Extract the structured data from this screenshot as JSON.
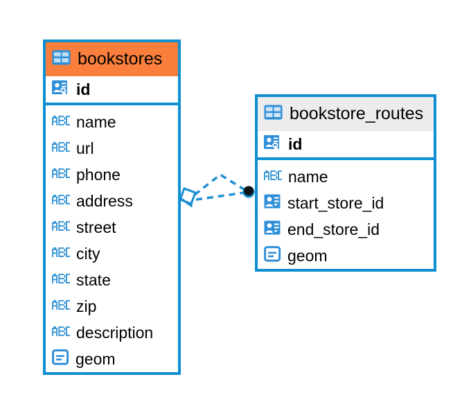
{
  "diagram": {
    "type": "entity-relationship-diagram",
    "background": "#ffffff",
    "accent_color": "#0d8fd1",
    "selected_header_color": "#fa7f3c",
    "plain_header_color": "#ececec"
  },
  "tables": [
    {
      "name": "bookstores",
      "icon": "table-grid-icon",
      "selected": true,
      "fields": [
        {
          "name": "id",
          "icon": "primary-key-icon",
          "type": "key",
          "bold": true
        },
        {
          "name": "name",
          "icon": "abc-text-icon",
          "type": "text",
          "bold": false
        },
        {
          "name": "url",
          "icon": "abc-text-icon",
          "type": "text",
          "bold": false
        },
        {
          "name": "phone",
          "icon": "abc-text-icon",
          "type": "text",
          "bold": false
        },
        {
          "name": "address",
          "icon": "abc-text-icon",
          "type": "text",
          "bold": false
        },
        {
          "name": "street",
          "icon": "abc-text-icon",
          "type": "text",
          "bold": false
        },
        {
          "name": "city",
          "icon": "abc-text-icon",
          "type": "text",
          "bold": false
        },
        {
          "name": "state",
          "icon": "abc-text-icon",
          "type": "text",
          "bold": false
        },
        {
          "name": "zip",
          "icon": "abc-text-icon",
          "type": "text",
          "bold": false
        },
        {
          "name": "description",
          "icon": "abc-text-icon",
          "type": "text",
          "bold": false
        },
        {
          "name": "geom",
          "icon": "geometry-icon",
          "type": "geometry",
          "bold": false
        }
      ]
    },
    {
      "name": "bookstore_routes",
      "icon": "table-grid-icon",
      "selected": false,
      "fields": [
        {
          "name": "id",
          "icon": "primary-key-icon",
          "type": "key",
          "bold": true
        },
        {
          "name": "name",
          "icon": "abc-text-icon",
          "type": "text",
          "bold": false
        },
        {
          "name": "start_store_id",
          "icon": "foreign-key-icon",
          "type": "id",
          "bold": false
        },
        {
          "name": "end_store_id",
          "icon": "foreign-key-icon",
          "type": "id",
          "bold": false
        },
        {
          "name": "geom",
          "icon": "geometry-icon",
          "type": "geometry",
          "bold": false
        }
      ]
    }
  ],
  "relationship": {
    "name": "bookstores-to-bookstore_routes",
    "style": "dashed",
    "color": "#1e90d2",
    "source_endpoint": "diamond-icon",
    "target_endpoint": "filled-circle-icon"
  }
}
